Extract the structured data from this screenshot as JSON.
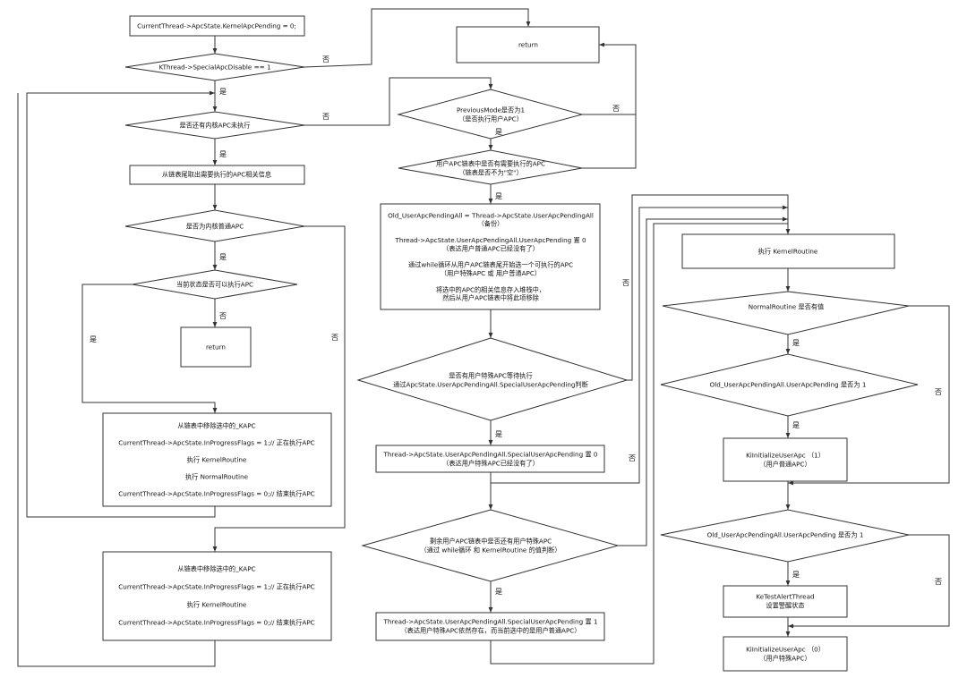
{
  "nodes": {
    "n1": [
      "CurrentThread->ApcState.KernelApcPending = 0;"
    ],
    "d1": [
      "KThread->SpecialApcDisable == 1"
    ],
    "r1": [
      "return"
    ],
    "d2": [
      "是否还有内核APC未执行"
    ],
    "n2": [
      "从链表尾取出需要执行的APC相关信息"
    ],
    "d3": [
      "是否为内核普通APC"
    ],
    "d4": [
      "当前状态是否可以执行APC"
    ],
    "r2": [
      "return"
    ],
    "k1": [
      "从链表中移除选中的_KAPC",
      "CurrentThread->ApcState.InProgressFlags = 1;// 正在执行APC",
      "执行 KernelRoutine",
      "执行 NormalRoutine",
      "CurrentThread->ApcState.InProgressFlags = 0;// 结束执行APC"
    ],
    "k2": [
      "从链表中移除选中的_KAPC",
      "CurrentThread->ApcState.InProgressFlags = 1;// 正在执行APC",
      "执行 KernelRoutine",
      "CurrentThread->ApcState.InProgressFlags = 0;// 结束执行APC"
    ],
    "m1": [
      "PreviousMode是否为1",
      "（是否执行用户APC）"
    ],
    "m2": [
      "用户APC链表中是否有需要执行的APC",
      "（链表是否不为\"空\"）"
    ],
    "m3": [
      "Old_UserApcPendingAll = Thread->ApcState.UserApcPendingAll",
      "（备份）",
      "",
      "Thread->ApcState.UserApcPendingAll.UserApcPending 置 0",
      "（表达用户普通APC已经没有了）",
      "",
      "通过while循环从用户APC链表尾开始选一个可执行的APC",
      "（用户特殊APC 或 用户普通APC）",
      "",
      "将选中的APC的相关信息存入堆栈中，",
      "然后从用户APC链表中将此项移除"
    ],
    "m4": [
      "是否有用户特殊APC等待执行",
      "通过ApcState.UserApcPendingAll.SpecialUserApcPending判断"
    ],
    "m5": [
      "Thread->ApcState.UserApcPendingAll.SpecialUserApcPending 置 0",
      "（表达用户特殊APC已经没有了）"
    ],
    "m6": [
      "剩余用户APC链表中是否还有用户特殊APC",
      "（通过 while循环 和 KernelRoutine 的值判断）"
    ],
    "m7": [
      "Thread->ApcState.UserApcPendingAll.SpecialUserApcPending 置 1",
      "（表达用户特殊APC依然存在，而当前选中的是用户普通APC）"
    ],
    "x1": [
      "执行 KernelRoutine"
    ],
    "x2": [
      "NormalRoutine 是否有值"
    ],
    "x3": [
      "Old_UserApcPendingAll.UserApcPending 是否为 1"
    ],
    "x4": [
      "KiInitializeUserApc （1）",
      "（用户普通APC）"
    ],
    "x5": [
      "Old_UserApcPendingAll.UserApcPending 是否为 1"
    ],
    "x6": [
      "KeTestAlertThread",
      "设置警醒状态"
    ],
    "x7": [
      "KiInitializeUserApc （0）",
      "（用户特殊APC）"
    ]
  },
  "labels": {
    "yes": "是",
    "no": "否"
  }
}
